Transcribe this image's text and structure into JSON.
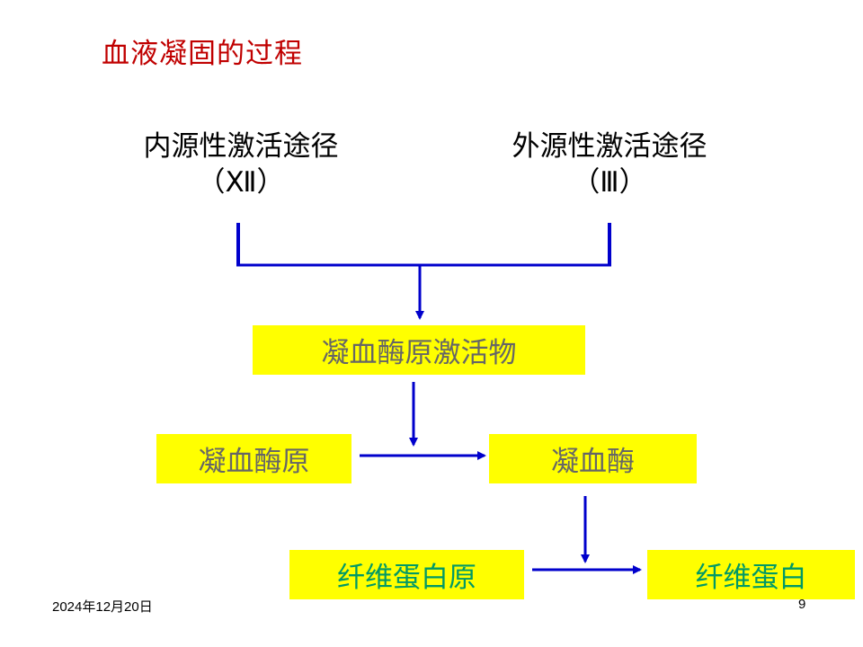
{
  "slide": {
    "title": "血液凝固的过程",
    "intrinsic": {
      "label": "内源性激活途径",
      "factor": "（Ⅻ）"
    },
    "extrinsic": {
      "label": "外源性激活途径",
      "factor": "（Ⅲ）"
    },
    "boxes": {
      "activator": "凝血酶原激活物",
      "prothrombin": "凝血酶原",
      "thrombin": "凝血酶",
      "fibrinogen": "纤维蛋白原",
      "fibrin": "纤维蛋白"
    },
    "footer": {
      "date": "2024年12月20日",
      "page": "9"
    }
  },
  "colors": {
    "title": "#c00000",
    "box_fill": "#ffff00",
    "box_text_gray": "#666666",
    "box_text_teal": "#009966",
    "arrow": "#0000cc"
  }
}
